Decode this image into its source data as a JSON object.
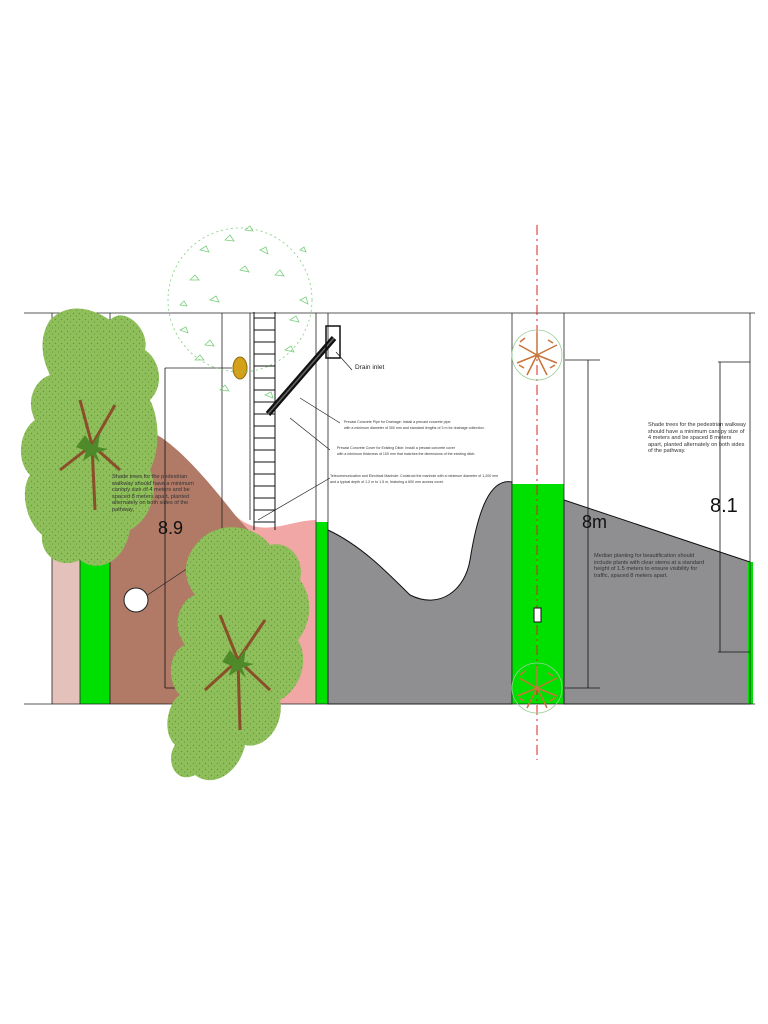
{
  "labels": {
    "drain_inlet": "Drain inlet",
    "dim_left": "8.9",
    "dim_center": "8m",
    "dim_right": "8.1",
    "note_left": "Shade trees for the pedestrian walkway should have a minimum canopy size of 4 meters and be spaced 8 meters apart, planted alternately on both sides of the pathway.",
    "note_right": "Shade trees for the pedestrian walkway should have a minimum canopy size of 4 meters and be spaced 8 meters apart, planted alternately on both sides of the pathway.",
    "note_median": "Median planting for beautification should include plants with clear stems at a standard height of 1.5 meters to ensure visibility for traffic, spaced 8 meters apart.",
    "note_pipe_1": "Precast Concrete Pipe for Drainage: Install a precast concrete pipe",
    "note_pipe_2": "with a minimum diameter of 300 mm and standard lengths of 3 m for drainage collection.",
    "note_cover_1": "Precast Concrete Cover for Existing Ditch: Install a precast concrete cover",
    "note_cover_2": "with a minimum thickness of 100 mm that matches the dimensions of the existing ditch.",
    "note_manhole_1": "Telecommunication and Electrical Manhole: Construct the manhole with a minimum diameter of 1,200 mm",
    "note_manhole_2": "and a typical depth of 1.2 m to 1.5 m, featuring a 600 mm access cover."
  },
  "colors": {
    "brown_walk": "#b07a66",
    "pink_strip": "#e5c1bb",
    "pink_patch": "#f2a7a7",
    "green_strip": "#00e000",
    "road_gray": "#8f8f91",
    "tree_light": "#8fbf5a",
    "tree_dark": "#4f8a2a",
    "leaf_dot": "#3a6a20",
    "trunk": "#8a4f2a",
    "palm": "#c8743a",
    "center_line": "#e02020",
    "manhole": "#d4a017"
  }
}
